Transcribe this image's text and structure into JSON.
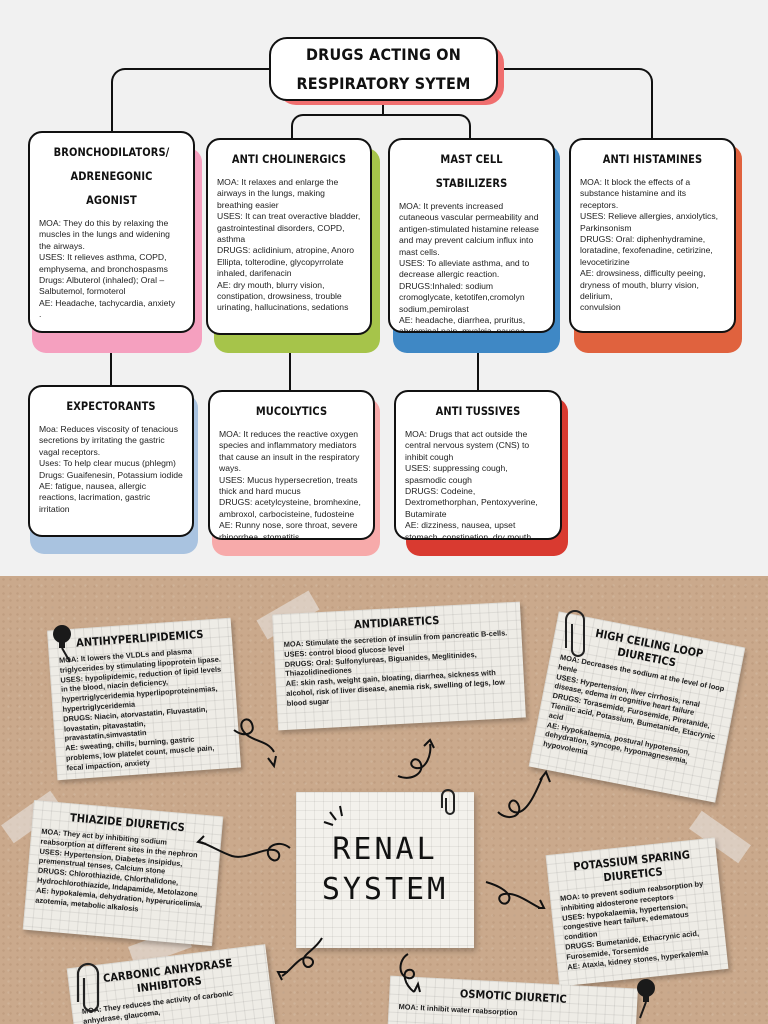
{
  "respiratory": {
    "title": "DRUGS ACTING ON RESPIRATORY SYTEM",
    "cards": [
      {
        "id": "bronchodilators",
        "heading": "BRONCHODILATORS/ ADRENEGONIC AGONIST",
        "color": "#f5a0bf",
        "body": "MOA: They do this by relaxing the muscles in the lungs and widening the airways.\nUSES: It relieves asthma, COPD, emphysema, and bronchospasms\nDrugs: Albuterol (inhaled); Oral – Salbutemol, formoterol\nAE: Headache, tachycardia, anxiety\n."
      },
      {
        "id": "anticholinergics",
        "heading": "ANTI CHOLINERGICS",
        "color": "#a6c44a",
        "body": "MOA: It relaxes and enlarge the airways in the lungs, making breathing easier\nUSES: It can treat overactive bladder, gastrointestinal disorders, COPD, asthma\nDRUGS: aclidinium, atropine, Anoro Ellipta, tolterodine, glycopyrrolate inhaled, darifenacin\nAE: dry mouth, blurry vision, constipation, drowsiness, trouble urinating, hallucinations, sedations"
      },
      {
        "id": "mast-cell",
        "heading": "MAST CELL STABILIZERS",
        "color": "#3f88c5",
        "body": "MOA: It prevents increased cutaneous vascular permeability and antigen-stimulated histamine release and may prevent calcium influx into mast cells.\nUSES: To alleviate asthma, and to decrease allergic reaction.\nDRUGS:Inhaled: sodium cromoglycate, ketotifen,cromolyn sodium,pemirolast\nAE: headache, diarrhea, pruritus, abdominal pain, myalgia, nausea."
      },
      {
        "id": "antihistamines",
        "heading": "ANTI HISTAMINES",
        "color": "#e0623e",
        "body": "MOA: It block the effects of a substance histamine and its receptors.\nUSES: Relieve allergies, anxiolytics, Parkinsonism\nDRUGS: Oral: diphenhydramine, loratadine, fexofenadine, cetirizine, levocetirizine\nAE: drowsiness, difficulty peeing, dryness of mouth, blurry vision, delirium,\nconvulsion"
      },
      {
        "id": "expectorants",
        "heading": "EXPECTORANTS",
        "color": "#a9c3e0",
        "body": "Moa: Reduces viscosity of tenacious secretions by irritating the gastric vagal receptors.\nUses: To help clear mucus (phlegm)\nDrugs: Guaifenesin, Potassium iodide\nAE: fatigue, nausea, allergic reactions, lacrimation, gastric irritation"
      },
      {
        "id": "mucolytics",
        "heading": "MUCOLYTICS",
        "color": "#f7aaaa",
        "body": "MOA: It reduces the reactive oxygen species and inflammatory mediators that cause an insult in the respiratory ways.\nUSES: Mucus hypersecretion, treats thick and hard mucus\nDRUGS: acetylcysteine, bromhexine, ambroxol, carbocisteine, fudosteine\nAE: Runny nose, sore throat, severe rhinorrhea, stomatitis"
      },
      {
        "id": "antitussives",
        "heading": "ANTI TUSSIVES",
        "color": "#d93a30",
        "body": "MOA: Drugs that act outside the central nervous system (CNS) to inhibit cough\nUSES: suppressing cough, spasmodic cough\nDRUGS: Codeine, Dextromethorphan, Pentoxyverine, Butamirate\nAE: dizziness, nausea, upset stomach, constipation, dry mouth, antaxia, irritability, depression in higher doses"
      }
    ]
  },
  "renal": {
    "title": "RENAL\nSYSTEM",
    "notes": [
      {
        "id": "antihyperlipidemics",
        "heading": "ANTIHYPERLIPIDEMICS",
        "body": "MOA: It lowers the VLDLs and plasma triglycerides by stimulating lipoprotein lipase.\nUSES: hypolipidemic, reduction of lipid levels in the blood, niacin deficiency, hypertriglyceridemia hyperlipoproteinemias, hypertriglyceridemia\nDRUGS: Niacin, atorvastatin, Fluvastatin, lovastatin, pitavastatin, pravastatin,simvastatin\nAE: sweating, chills, burning, gastric problems, low platelet count, muscle pain, fecal impaction, anxiety"
      },
      {
        "id": "antidiaretics",
        "heading": "ANTIDIARETICS",
        "body": "MOA: Stimulate the secretion of insulin from pancreatic B-cells.\nUSES: control blood glucose level\nDRUGS: Oral: Sulfonylureas, Biguanides, Meglitinides, Thiazolidinediones\nAE: skin rash, weight gain, bloating, diarrhea, sickness with alcohol, risk of liver disease, anemia risk, swelling of legs, low blood sugar"
      },
      {
        "id": "high-ceiling",
        "heading": "HIGH CEILING LOOP DIURETICS",
        "body": "MOA: Decreases the sodium at the level of loop henle\nUSES: Hypertension, liver cirrhosis, renal disease, edema in cognitive heart failure\nDRUGS: Torasemide, Furosemide, Piretanide, Tienilic acid, Potassium, Bumetanide, Etacrynic acid\nAE: Hypokalaemia, postural hypotension, dehydration, syncope, hypomagnesemia, hypovolemia"
      },
      {
        "id": "thiazide",
        "heading": "THIAZIDE DIURETICS",
        "body": "MOA: They act by inhibiting sodium reabsorption at different sites in the nephron\nUSES: Hypertension, Diabetes insipidus, premenstrual tenses, Calcium stone\nDRUGS: Chlorothiazide, Chlorthalidone, Hydrochlorothiazide, Indapamide, Metolazone\nAE: hypokalemia, dehydration, hyperuricelimia, azotemia, metabolic alkalosis"
      },
      {
        "id": "potassium-sparing",
        "heading": "POTASSIUM SPARING DIURETICS",
        "body": "MOA: to prevent sodium reabsorption by inhibiting aldosterone receptors\nUSES: hypokalaemia, hypertension, congestive heart failure, edematous condition\nDRUGS: Bumetanide, Ethacrynic acid, Furosemide, Torsemide\nAE: Ataxia, kidney stones, hyperkalemia"
      },
      {
        "id": "carbonic",
        "heading": "CARBONIC ANHYDRASE INHIBITORS",
        "body": "MOA: They reduces the activity of carbonic anhydrase, glaucoma,"
      },
      {
        "id": "osmotic",
        "heading": "OSMOTIC DIURETIC",
        "body": "MOA: It inhibit water reabsorption"
      }
    ]
  }
}
